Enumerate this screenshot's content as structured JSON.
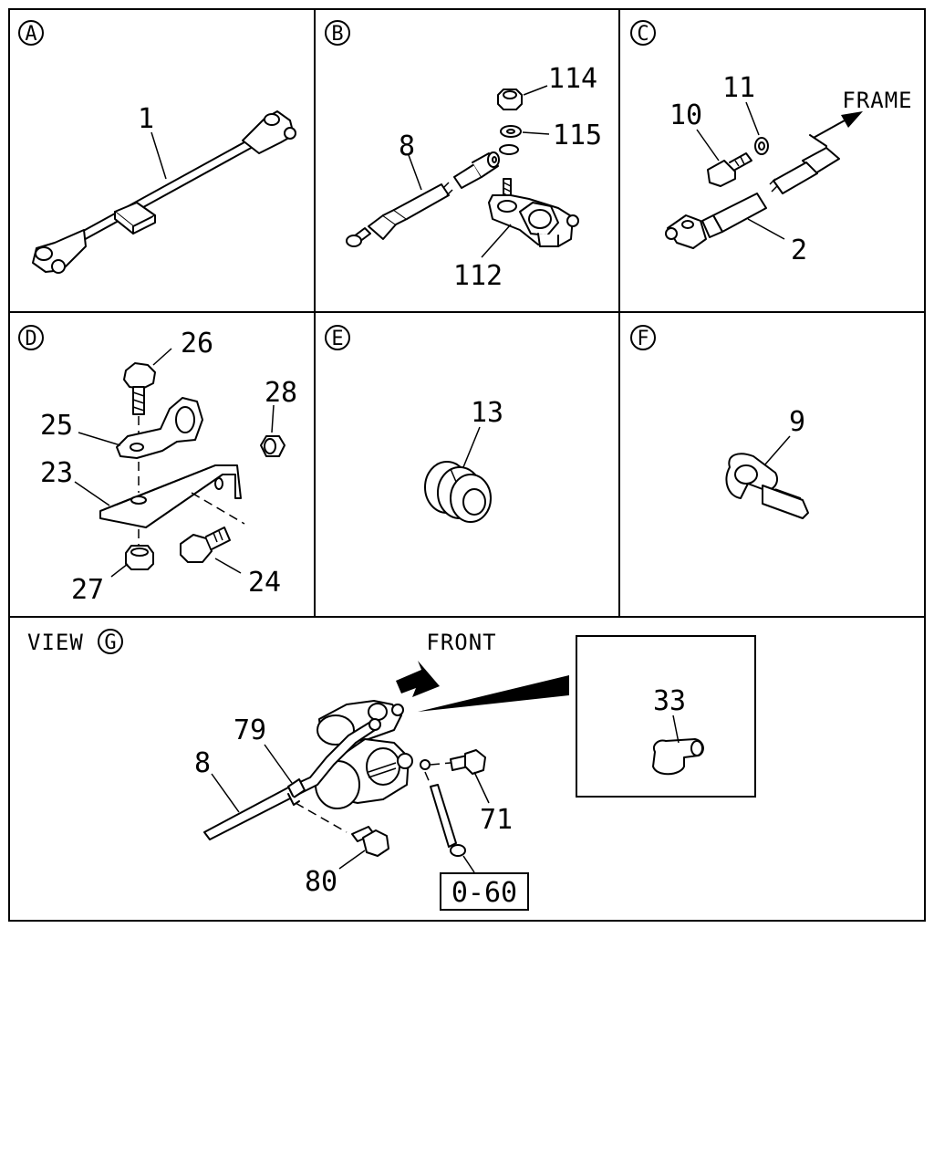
{
  "panels": {
    "A": {
      "letter": "A",
      "parts": [
        "1"
      ]
    },
    "B": {
      "letter": "B",
      "parts": [
        "114",
        "115",
        "8",
        "112"
      ]
    },
    "C": {
      "letter": "C",
      "parts": [
        "11",
        "10",
        "2"
      ],
      "direction": "FRAME"
    },
    "D": {
      "letter": "D",
      "parts": [
        "26",
        "28",
        "25",
        "23",
        "27",
        "24"
      ]
    },
    "E": {
      "letter": "E",
      "parts": [
        "13"
      ]
    },
    "F": {
      "letter": "F",
      "parts": [
        "9"
      ]
    },
    "G": {
      "view_prefix": "VIEW",
      "letter": "G",
      "direction": "FRONT",
      "parts": [
        "79",
        "8",
        "71",
        "80",
        "33"
      ],
      "ref_box": "0-60"
    }
  }
}
